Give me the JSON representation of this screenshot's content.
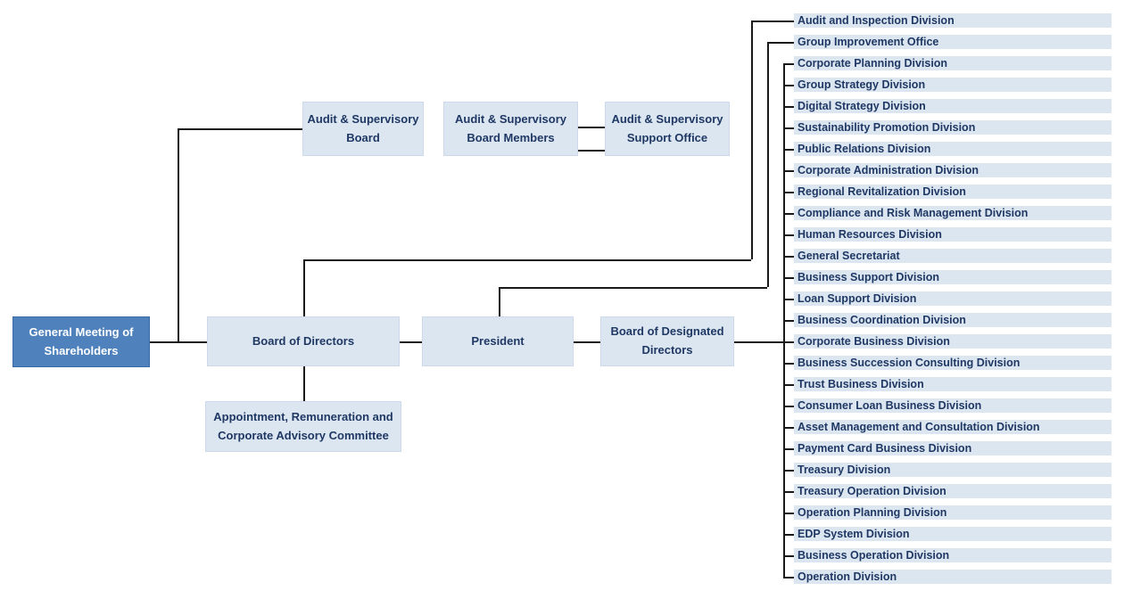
{
  "title": "Corporate organization chart",
  "colors": {
    "primary_box_fill": "#4f81bd",
    "primary_box_border": "#3a6ba5",
    "primary_box_text": "#ffffff",
    "light_box_fill": "#dce6f1",
    "box_text": "#1f3864",
    "connector_line": "#1a1a1a"
  },
  "nodes": {
    "gms": {
      "label": "General Meeting of Shareholders"
    },
    "asb": {
      "label": "Audit & Supervisory Board"
    },
    "asbm": {
      "label": "Audit & Supervisory Board Members"
    },
    "asso": {
      "label": "Audit & Supervisory Support Office"
    },
    "bod": {
      "label": "Board of Directors"
    },
    "president": {
      "label": "President"
    },
    "bodd": {
      "label": "Board of Designated Directors"
    },
    "committee": {
      "label": "Appointment, Remuneration and Corporate Advisory Committee"
    }
  },
  "divisions": [
    "Audit and Inspection Division",
    "Group Improvement Office",
    "Corporate Planning Division",
    "Group Strategy Division",
    "Digital Strategy Division",
    "Sustainability Promotion Division",
    "Public Relations Division",
    "Corporate Administration Division",
    "Regional Revitalization Division",
    "Compliance and Risk Management Division",
    "Human Resources Division",
    "General Secretariat",
    "Business Support Division",
    "Loan Support Division",
    "Business Coordination Division",
    "Corporate Business Division",
    "Business Succession Consulting Division",
    "Trust Business Division",
    "Consumer Loan Business Division",
    "Asset Management and Consultation Division",
    "Payment Card Business Division",
    "Treasury Division",
    "Treasury Operation Division",
    "Operation Planning Division",
    "EDP System Division",
    "Business Operation Division",
    "Operation Division"
  ],
  "edges": [
    {
      "from": "General Meeting of Shareholders",
      "to": "Board of Directors"
    },
    {
      "from": "General Meeting of Shareholders",
      "to": "Audit & Supervisory Board"
    },
    {
      "from": "Audit & Supervisory Board Members",
      "to": "Audit & Supervisory Support Office",
      "style": "double-line"
    },
    {
      "from": "Board of Directors",
      "to": "President"
    },
    {
      "from": "Board of Directors",
      "to": "Appointment, Remuneration and Corporate Advisory Committee"
    },
    {
      "from": "Board of Directors",
      "to": "Audit and Inspection Division"
    },
    {
      "from": "President",
      "to": "Board of Designated Directors"
    },
    {
      "from": "President",
      "to": "Group Improvement Office"
    },
    {
      "from": "Board of Designated Directors",
      "to": "Corporate Planning Division … Operation Division (all remaining divisions)"
    }
  ]
}
